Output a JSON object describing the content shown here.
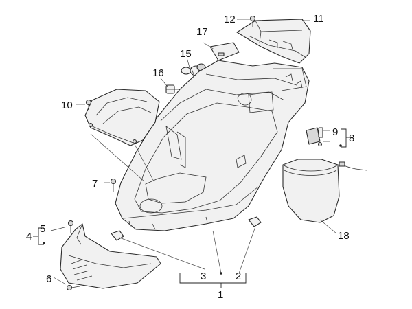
{
  "callouts": {
    "c1": "1",
    "c2": "2",
    "c3": "3",
    "c4": "4",
    "c5": "5",
    "c6": "6",
    "c7": "7",
    "c8": "8",
    "c9": "9",
    "c10": "10",
    "c11": "11",
    "c12": "12",
    "c15": "15",
    "c16": "16",
    "c17": "17",
    "c18": "18"
  }
}
